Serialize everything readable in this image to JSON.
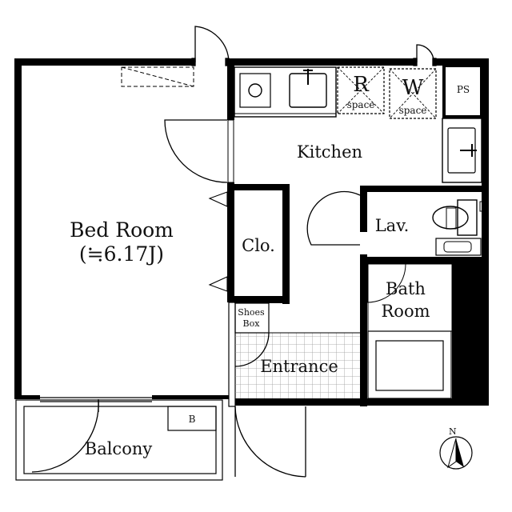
{
  "rooms": {
    "bed_room": "Bed Room",
    "bed_room_area": "(≒6.17J)",
    "kitchen": "Kitchen",
    "closet": "Clo.",
    "lavatory": "Lav.",
    "bath_line1": "Bath",
    "bath_line2": "Room",
    "shoes_line1": "Shoes",
    "shoes_line2": "Box",
    "entrance": "Entrance",
    "balcony": "Balcony",
    "pipe_space": "PS",
    "balcony_box": "B"
  },
  "appliance_spaces": {
    "refrigerator_letter": "R",
    "refrigerator_sub": "space",
    "washer_letter": "W",
    "washer_sub": "space"
  },
  "compass": {
    "label": "N"
  },
  "colors": {
    "wall": "#000000",
    "line": "#222222",
    "background": "#ffffff"
  }
}
